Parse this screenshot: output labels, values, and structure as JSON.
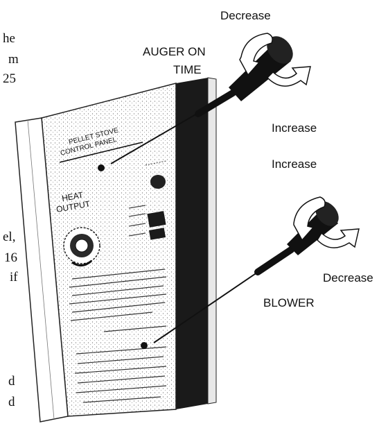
{
  "labels": {
    "auger_decrease": "Decrease",
    "auger_on_time_line1": "AUGER ON",
    "auger_on_time_line2": "TIME",
    "auger_increase": "Increase",
    "blower_increase": "Increase",
    "blower_decrease": "Decrease",
    "blower": "BLOWER"
  },
  "panel": {
    "title_line1": "PELLET STOVE",
    "title_line2": "CONTROL PANEL",
    "heat_line1": "HEAT",
    "heat_line2": "OUTPUT"
  },
  "left_text_fragments": [
    "he",
    "m",
    "25",
    "",
    "el,",
    "16",
    "if",
    "d",
    "d"
  ],
  "colors": {
    "ink": "#111111",
    "paper": "#ffffff",
    "shade": "#2a2a2a"
  }
}
